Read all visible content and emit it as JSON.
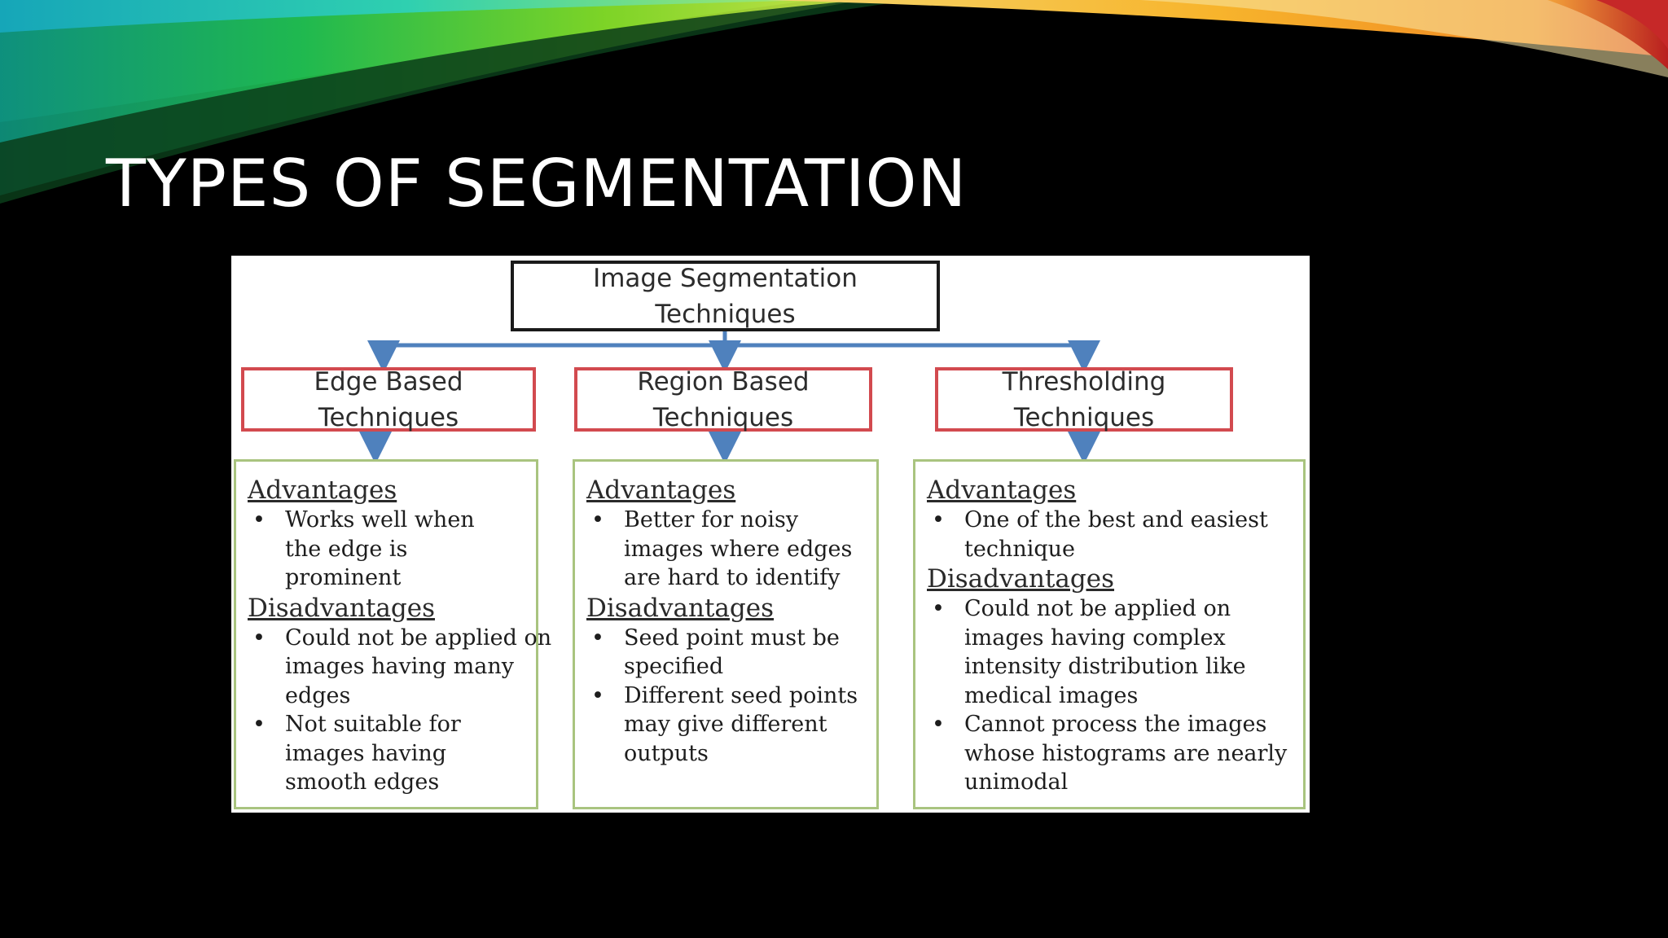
{
  "slide": {
    "title": "TYPES OF SEGMENTATION"
  },
  "diagram": {
    "root": {
      "lines": [
        "Image Segmentation",
        "Techniques"
      ]
    },
    "categories": [
      {
        "lines": [
          "Edge Based",
          "Techniques"
        ],
        "advantages_heading": "Advantages",
        "advantages": [
          "Works well when the edge is prominent"
        ],
        "disadvantages_heading": "Disadvantages",
        "disadvantages": [
          "Could not be applied on images having many edges",
          "Not suitable for images having smooth edges"
        ]
      },
      {
        "lines": [
          "Region Based",
          "Techniques"
        ],
        "advantages_heading": "Advantages",
        "advantages": [
          "Better for noisy images where edges are hard to identify"
        ],
        "disadvantages_heading": "Disadvantages",
        "disadvantages": [
          "Seed point must be specified",
          "Different seed points may give different outputs"
        ]
      },
      {
        "lines": [
          "Thresholding",
          "Techniques"
        ],
        "advantages_heading": "Advantages",
        "advantages": [
          "One of the best and easiest technique"
        ],
        "disadvantages_heading": "Disadvantages",
        "disadvantages": [
          "Could not be applied on images having complex intensity distribution like medical images",
          "Cannot process the images whose histograms are nearly unimodal"
        ]
      }
    ],
    "bullet_glyph": "•"
  },
  "colors": {
    "background": "#000000",
    "title_text": "#ffffff",
    "connector": "#4f81bd",
    "root_border": "#1a1a1a",
    "category_border": "#d24a4f",
    "detail_border": "#a9c47f"
  }
}
